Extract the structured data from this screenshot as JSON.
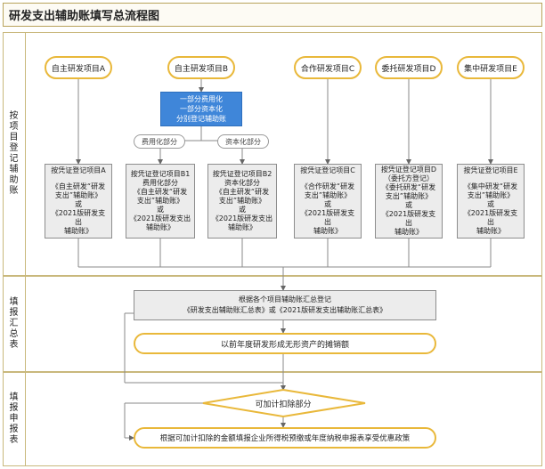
{
  "title": "研发支出辅助账填写总流程图",
  "lanes": {
    "lane1": "按项目登记辅助账",
    "lane2": "填报汇总表",
    "lane3": "填报申报表"
  },
  "projects": [
    "自主研发项目A",
    "自主研发项目B",
    "合作研发项目C",
    "委托研发项目D",
    "集中研发项目E"
  ],
  "split_box": [
    "一部分费用化",
    "一部分资本化",
    "分别登记辅助账"
  ],
  "branch_labels": {
    "expensed": "费用化部分",
    "capitalized": "资本化部分"
  },
  "cards": [
    [
      "按凭证登记项目A",
      "《自主研发“研发",
      "支出”辅助账》",
      "或",
      "《2021版研发支出",
      "辅助账》"
    ],
    [
      "按凭证登记项目B1",
      "费用化部分",
      "《自主研发“研发",
      "支出”辅助账》",
      "或",
      "《2021版研发支出",
      "辅助账》"
    ],
    [
      "按凭证登记项目B2",
      "资本化部分",
      "《自主研发“研发",
      "支出”辅助账》",
      "或",
      "《2021版研发支出",
      "辅助账》"
    ],
    [
      "按凭证登记项目C",
      "《合作研发“研发",
      "支出”辅助账》",
      "或",
      "《2021版研发支出",
      "辅助账》"
    ],
    [
      "按凭证登记项目D",
      "（委托方登记）",
      "《委托研发“研发",
      "支出”辅助账》",
      "或",
      "《2021版研发支出",
      "辅助账》"
    ],
    [
      "按凭证登记项目E",
      "《集中研发“研发",
      "支出”辅助账》",
      "或",
      "《2021版研发支出",
      "辅助账》"
    ]
  ],
  "summary": {
    "line1": "根据各个项目辅助账汇总登记",
    "line2": "《研发支出辅助账汇总表》或《2021版研发支出辅助账汇总表》"
  },
  "amortization": "以前年度研发形成无形资产的摊销额",
  "deductible": "可加计扣除部分",
  "final": "根据可加计扣除的金额填报企业所得税预缴或年度纳税申报表享受优惠政策"
}
